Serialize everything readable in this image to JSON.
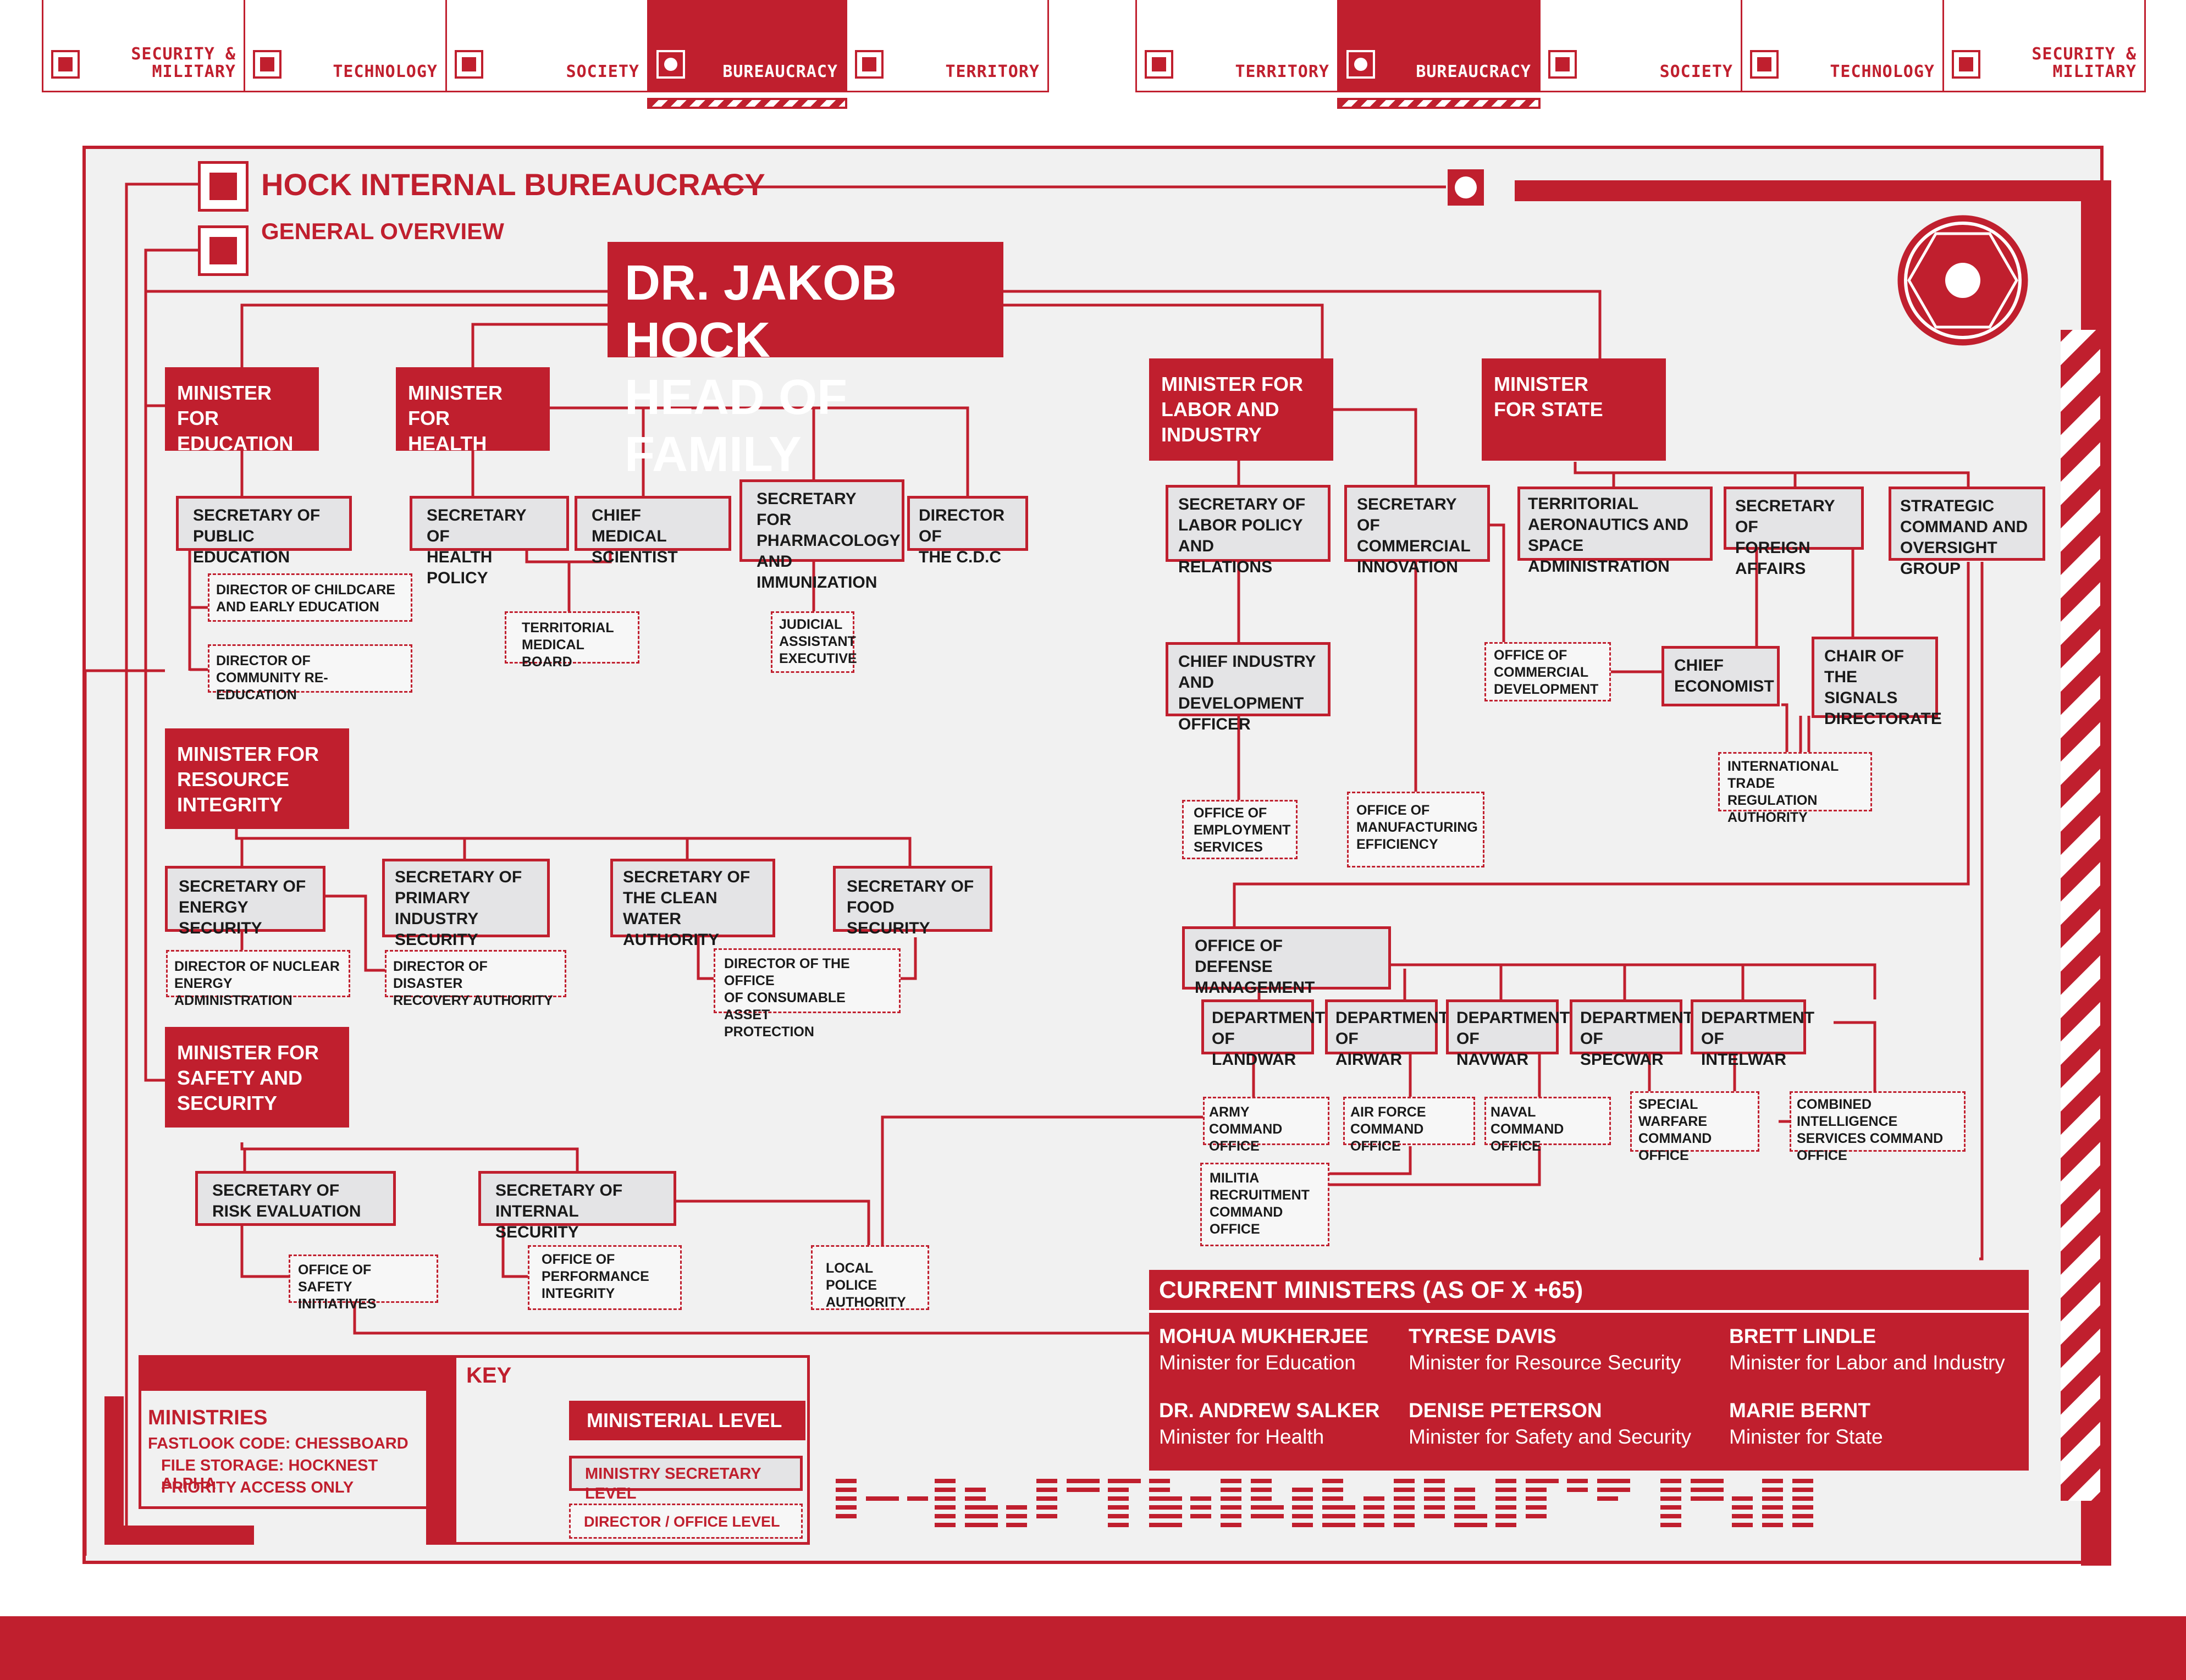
{
  "top_tabs": {
    "left": [
      "SECURITY &\nMILITARY",
      "TECHNOLOGY",
      "SOCIETY",
      "BUREAUCRACY",
      "TERRITORY"
    ],
    "right": [
      "TERRITORY",
      "BUREAUCRACY",
      "SOCIETY",
      "TECHNOLOGY",
      "SECURITY &\nMILITARY"
    ],
    "active": "BUREAUCRACY"
  },
  "header": {
    "title": "HOCK INTERNAL BUREAUCRACY",
    "subtitle": "GENERAL OVERVIEW"
  },
  "head": "DR. JAKOB HOCK\nHEAD OF FAMILY",
  "ministers_nodes": {
    "education": "MINISTER FOR\nEDUCATION",
    "health": "MINISTER FOR\nHEALTH",
    "labor": "MINISTER FOR\nLABOR AND\nINDUSTRY",
    "state": "MINISTER\nFOR STATE",
    "resource": "MINISTER FOR\nRESOURCE\nINTEGRITY",
    "safety": "MINISTER FOR\nSAFETY AND\nSECURITY"
  },
  "secretaries": {
    "public_education": "SECRETARY OF\nPUBLIC EDUCATION",
    "health_policy": "SECRETARY OF\nHEALTH POLICY",
    "chief_medical": "CHIEF MEDICAL\nSCIENTIST",
    "pharmacology": "SECRETARY FOR\nPHARMACOLOGY\nAND IMMUNIZATION",
    "cdc": "DIRECTOR OF\nTHE C.D.C",
    "labor_policy": "SECRETARY OF\nLABOR POLICY AND\nRELATIONS",
    "commercial_innovation": "SECRETARY OF\nCOMMERCIAL\nINNOVATION",
    "chief_industry": "CHIEF INDUSTRY\nAND DEVELOPMENT\nOFFICER",
    "aero_space": "TERRITORIAL\nAERONAUTICS AND\nSPACE ADMINISTRATION",
    "foreign_affairs": "SECRETARY OF\nFOREIGN AFFAIRS",
    "strategic": "STRATEGIC\nCOMMAND AND\nOVERSIGHT GROUP",
    "chief_economist": "CHIEF\nECONOMIST",
    "signals": "CHAIR OF\nTHE SIGNALS\nDIRECTORATE",
    "energy": "SECRETARY OF\nENERGY SECURITY",
    "primary_industry": "SECRETARY OF\nPRIMARY INDUSTRY\nSECURITY",
    "clean_water": "SECRETARY OF\nTHE CLEAN WATER\nAUTHORITY",
    "food": "SECRETARY OF\nFOOD SECURITY",
    "defense": "OFFICE OF\nDEFENSE MANAGEMENT",
    "landwar": "DEPARTMENT\nOF LANDWAR",
    "airwar": "DEPARTMENT\nOF AIRWAR",
    "navwar": "DEPARTMENT\nOF NAVWAR",
    "specwar": "DEPARTMENT\nOF SPECWAR",
    "intelwar": "DEPARTMENT\nOF INTELWAR",
    "risk": "SECRETARY OF\nRISK EVALUATION",
    "internal": "SECRETARY OF\nINTERNAL SECURITY"
  },
  "directors": {
    "childcare": "DIRECTOR OF CHILDCARE\nAND EARLY EDUCATION",
    "re_education": "DIRECTOR OF\nCOMMUNITY RE-EDUCATION",
    "medical_board": "TERRITORIAL\nMEDICAL BOARD",
    "judicial": "JUDICIAL\nASSISTANT\nEXECUTIVE",
    "commercial_dev": "OFFICE OF\nCOMMERCIAL\nDEVELOPMENT",
    "trade": "INTERNATIONAL\nTRADE REGULATION\nAUTHORITY",
    "employment": "OFFICE OF\nEMPLOYMENT\nSERVICES",
    "manufacturing": "OFFICE OF\nMANUFACTURING\nEFFICIENCY",
    "nuclear": "DIRECTOR OF NUCLEAR\nENERGY ADMINISTRATION",
    "disaster": "DIRECTOR OF DISASTER\nRECOVERY AUTHORITY",
    "consumable": "DIRECTOR OF THE OFFICE\nOF CONSUMABLE ASSET\nPROTECTION",
    "army": "ARMY\nCOMMAND OFFICE",
    "airforce": "AIR FORCE\nCOMMAND OFFICE",
    "naval": "NAVAL\nCOMMAND OFFICE",
    "special": "SPECIAL\nWARFARE\nCOMMAND OFFICE",
    "combined": "COMBINED INTELLIGENCE\nSERVICES COMMAND\nOFFICE",
    "militia": "MILITIA\nRECRUITMENT\nCOMMAND\nOFFICE",
    "safety_init": "OFFICE OF\nSAFETY INITIATIVES",
    "performance": "OFFICE OF\nPERFORMANCE\nINTEGRITY",
    "local_police": "LOCAL POLICE\nAUTHORITY"
  },
  "current_ministers": {
    "heading": "CURRENT MINISTERS (AS OF X +65)",
    "list": [
      {
        "name": "MOHUA MUKHERJEE",
        "role": "Minister for Education"
      },
      {
        "name": "TYRESE DAVIS",
        "role": "Minister for Resource Security"
      },
      {
        "name": "BRETT LINDLE",
        "role": "Minister for Labor and Industry"
      },
      {
        "name": "DR. ANDREW SALKER",
        "role": "Minister for Health"
      },
      {
        "name": "DENISE PETERSON",
        "role": "Minister for Safety and Security"
      },
      {
        "name": "MARIE BERNT",
        "role": "Minister for State"
      }
    ]
  },
  "info": {
    "title": "MINISTRIES",
    "line1": "FASTLOOK CODE: CHESSBOARD",
    "line2": "FILE STORAGE: HOCKNEST ALPHA",
    "line3": "PRIORITY ACCESS ONLY"
  },
  "key": {
    "title": "KEY",
    "ministerial": "MINISTERIAL LEVEL",
    "secretary": "MINISTRY SECRETARY LEVEL",
    "director": "DIRECTOR / OFFICE LEVEL"
  },
  "colors": {
    "accent": "#c01f2e",
    "panel": "#f1f1f1",
    "box_fill": "#e4e4e6"
  }
}
